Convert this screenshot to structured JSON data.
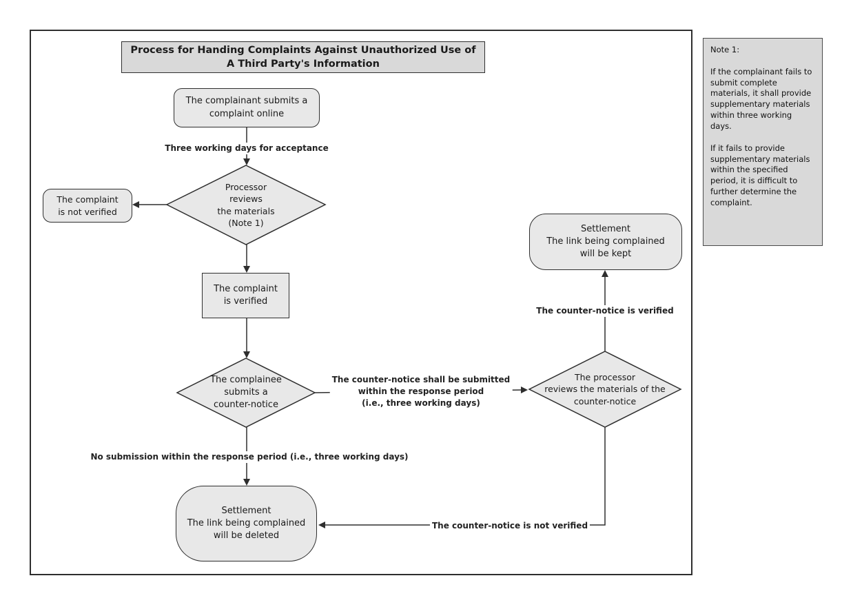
{
  "diagram": {
    "title": "Process for Handing Complaints Against Unauthorized Use of\nA Third Party's Information",
    "nodes": {
      "start": "The complainant submits a\ncomplaint online",
      "not_verified": "The complaint\nis not verified",
      "review_decision": "Processor\nreviews\nthe materials\n(Note 1)",
      "verified": "The complaint\nis verified",
      "counter_notice_decision": "The complainee\nsubmits a\ncounter-notice",
      "processor_review_decision": "The processor\nreviews the materials of the\ncounter-notice",
      "settlement_kept": "Settlement\nThe link being complained\nwill be kept",
      "settlement_deleted": "Settlement\nThe link being complained\nwill be deleted"
    },
    "edge_labels": {
      "acceptance": "Three working days for acceptance",
      "counter_submission": "The counter-notice shall be submitted\nwithin the response period\n(i.e., three working days)",
      "counter_verified": "The counter-notice is verified",
      "no_submission": "No submission within the response period (i.e., three working days)",
      "counter_not_verified": "The counter-notice is not verified"
    },
    "note": "Note 1:\n\nIf the complainant fails to submit complete materials, it shall provide supplementary materials within three working days.\n\nIf it fails to provide supplementary materials within the specified period, it is difficult to further determine the complaint.",
    "colors": {
      "shape_fill": "#e8e8e8",
      "shape_border": "#2e2e2e",
      "title_fill": "#d9d9d9",
      "note_fill": "#d9d9d9",
      "line": "#2e2e2e"
    }
  }
}
